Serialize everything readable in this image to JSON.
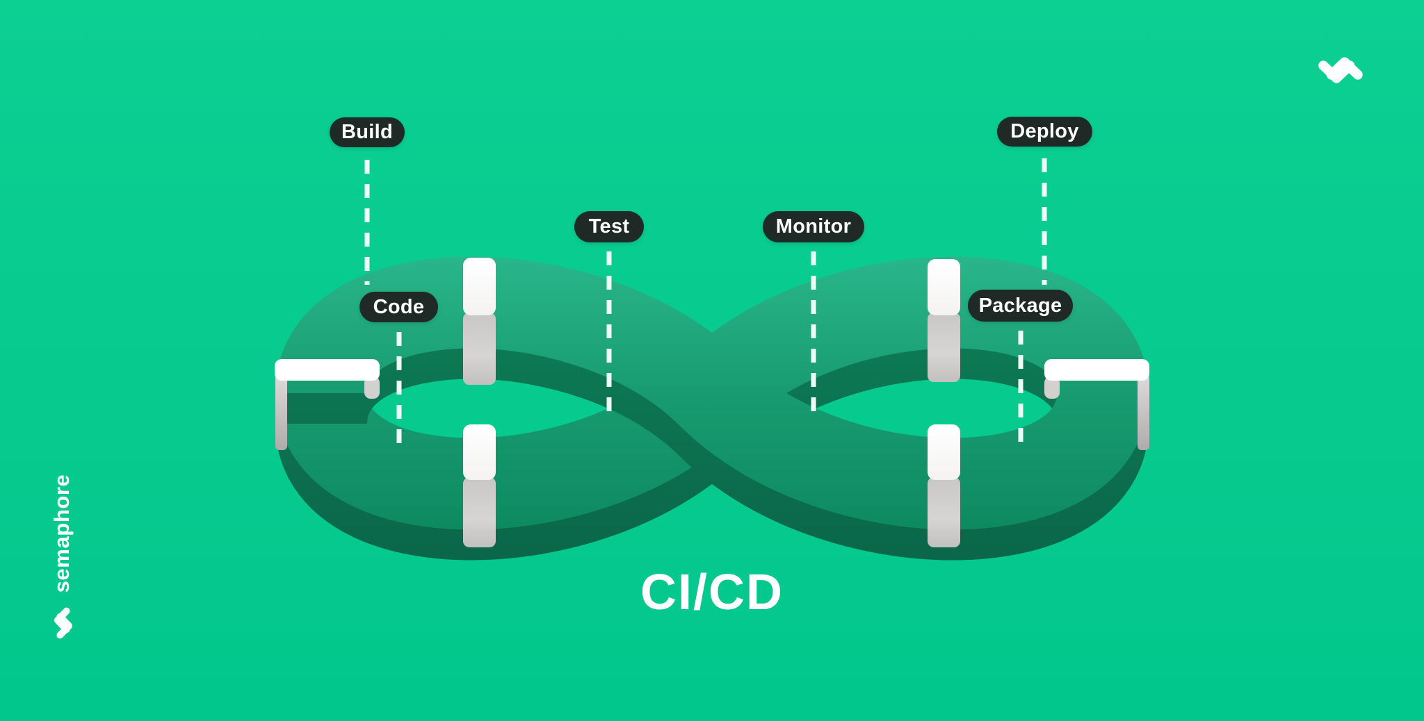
{
  "brand": {
    "name": "semaphore",
    "logo_icon": "semaphore-s-logo"
  },
  "pipeline": {
    "title": "CI/CD",
    "diagram_type": "infinity-loop",
    "stages": [
      {
        "id": "build",
        "label": "Build",
        "position": "top-left"
      },
      {
        "id": "code",
        "label": "Code",
        "position": "on-ribbon-left"
      },
      {
        "id": "test",
        "label": "Test",
        "position": "center-left"
      },
      {
        "id": "monitor",
        "label": "Monitor",
        "position": "center-right"
      },
      {
        "id": "deploy",
        "label": "Deploy",
        "position": "top-right"
      },
      {
        "id": "package",
        "label": "Package",
        "position": "on-ribbon-right"
      }
    ]
  },
  "colors": {
    "background": "#07ca8e",
    "pill_background": "#1f2a27",
    "pill_text": "#ffffff",
    "ribbon_light": "#2ab98c",
    "ribbon_mid": "#129068",
    "ribbon_shadow": "#0c6f4e",
    "dash_line": "#eefcf6",
    "marker_white": "#ffffff",
    "marker_gray": "#c3c1c0"
  }
}
